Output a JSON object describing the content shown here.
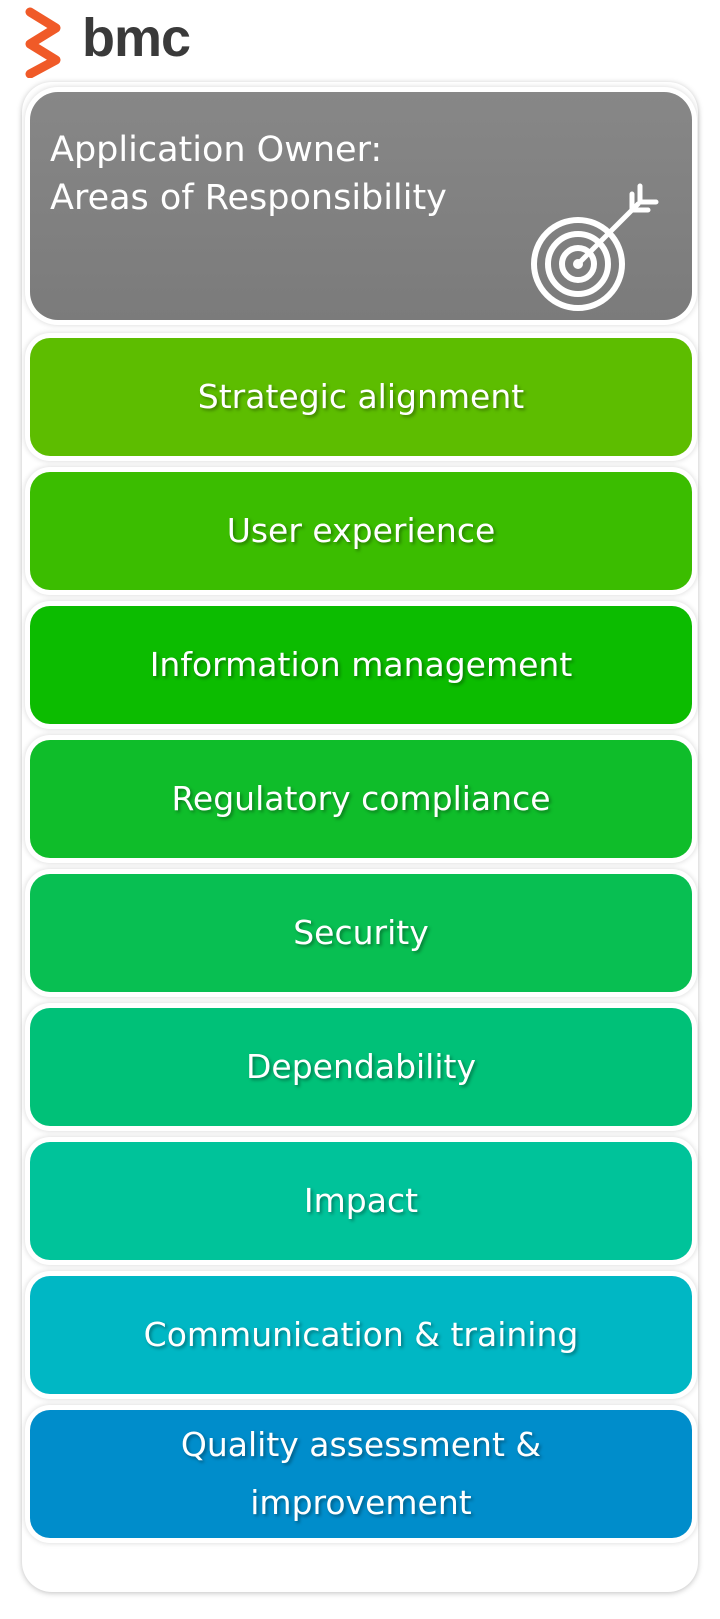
{
  "logo": {
    "text": "bmc",
    "accent_color": "#f05a28"
  },
  "header": {
    "title": "Application Owner:\nAreas of Responsibility",
    "icon": "target-arrow-icon",
    "color": "#808080"
  },
  "areas": [
    {
      "label": "Strategic alignment",
      "color": "#5dbd00"
    },
    {
      "label": "User experience",
      "color": "#3bbd00"
    },
    {
      "label": "Information management",
      "color": "#0cbc00"
    },
    {
      "label": "Regulatory compliance",
      "color": "#0fbd2a"
    },
    {
      "label": "Security",
      "color": "#08bf52"
    },
    {
      "label": "Dependability",
      "color": "#00c178"
    },
    {
      "label": "Impact",
      "color": "#00c39a"
    },
    {
      "label": "Communication & training",
      "color": "#00b7c4"
    },
    {
      "label": "Quality assessment &\nimprovement",
      "color": "#008dcb"
    }
  ]
}
